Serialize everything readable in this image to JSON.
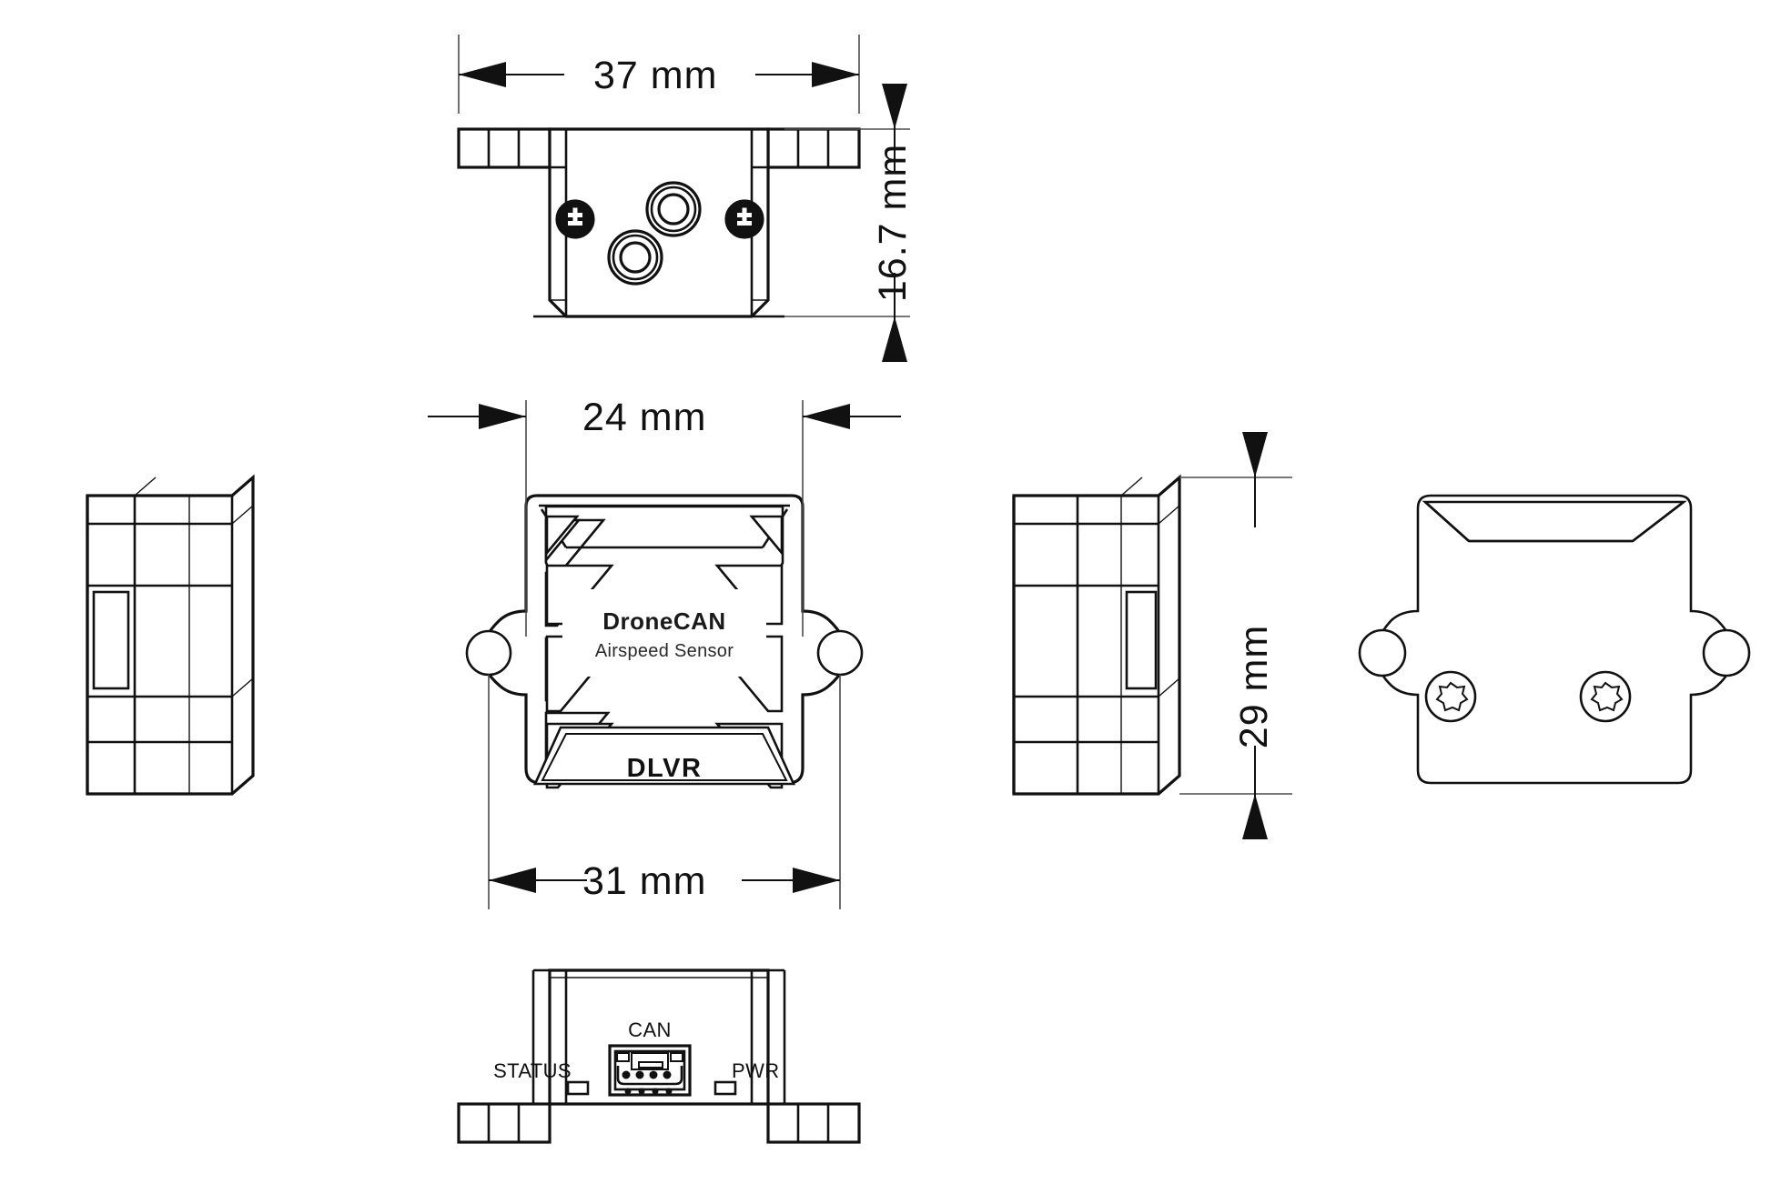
{
  "drawing": {
    "title": "DroneCAN Airspeed Sensor Dimensional Drawing",
    "product_brand": "DroneCAN",
    "product_subtitle": "Airspeed Sensor",
    "sensor_marking": "DLVR",
    "line_color": "#111111",
    "background_color": "#ffffff"
  },
  "dimensions": {
    "width_top": "37 mm",
    "height_top": "16.7 mm",
    "width_inner": "24 mm",
    "width_outer": "31 mm",
    "height_body": "29 mm"
  },
  "ports": {
    "status_label": "STATUS",
    "can_label": "CAN",
    "power_label": "PWR"
  },
  "views": {
    "top": "top-view",
    "left_side": "left-side-view",
    "front": "front-view",
    "right_side": "right-side-view",
    "rear": "rear-view",
    "bottom": "bottom-view"
  }
}
